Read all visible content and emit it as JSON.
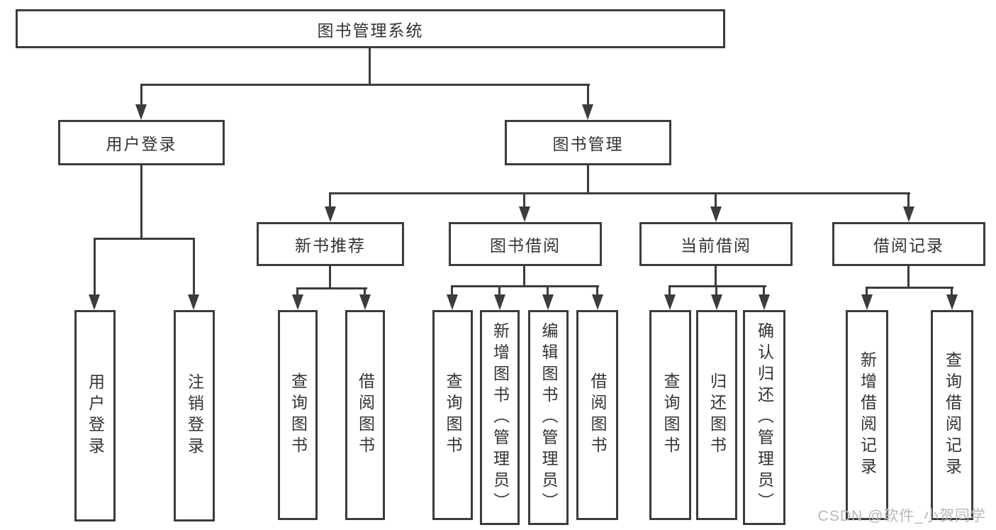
{
  "tree": {
    "label": "图书管理系统",
    "children": [
      {
        "label": "用户登录",
        "children": [
          {
            "label": "用户登录"
          },
          {
            "label": "注销登录"
          }
        ]
      },
      {
        "label": "图书管理",
        "children": [
          {
            "label": "新书推荐",
            "children": [
              {
                "label": "查询图书"
              },
              {
                "label": "借阅图书"
              }
            ]
          },
          {
            "label": "图书借阅",
            "children": [
              {
                "label": "查询图书"
              },
              {
                "label": "新增图书（管理员）"
              },
              {
                "label": "编辑图书（管理员）"
              },
              {
                "label": "借阅图书"
              }
            ]
          },
          {
            "label": "当前借阅",
            "children": [
              {
                "label": "查询图书"
              },
              {
                "label": "归还图书"
              },
              {
                "label": "确认归还（管理员）"
              }
            ]
          },
          {
            "label": "借阅记录",
            "children": [
              {
                "label": "新增借阅记录"
              },
              {
                "label": "查询借阅记录"
              }
            ]
          }
        ]
      }
    ]
  },
  "watermark": {
    "text": "CSDN @软件_小贺同学"
  },
  "colors": {
    "line": "#3c3c3c",
    "box_border": "#3c3c3c",
    "text": "#333333",
    "watermark": "#b8b8b8",
    "background": "#ffffff"
  }
}
